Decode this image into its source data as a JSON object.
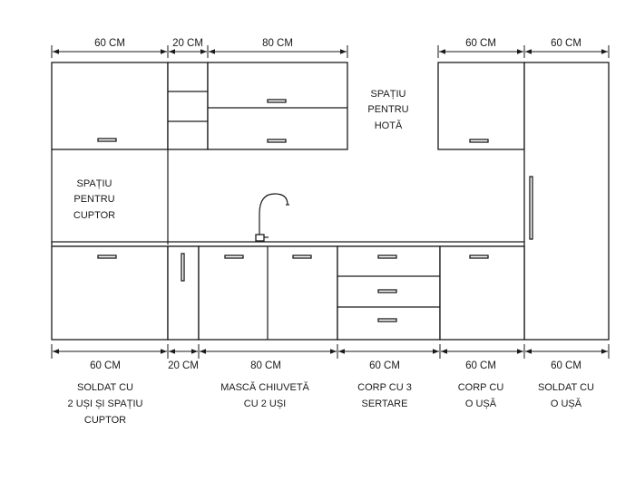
{
  "top_dimensions": [
    "60 CM",
    "20 CM",
    "80 CM",
    "60 CM",
    "60 CM"
  ],
  "bottom_dimensions": [
    "60 CM",
    "20 CM",
    "80 CM",
    "60 CM",
    "60 CM",
    "60 CM"
  ],
  "annotations": {
    "hood_space": [
      "SPAȚIU",
      "PENTRU",
      "HOTĂ"
    ],
    "oven_space": [
      "SPAȚIU",
      "PENTRU",
      "CUPTOR"
    ]
  },
  "modules": [
    [
      "SOLDAT CU",
      "2 UȘI ȘI SPAȚIU",
      "CUPTOR"
    ],
    [
      "MASCĂ CHIUVETĂ",
      "CU 2 UȘI"
    ],
    [
      "CORP CU 3",
      "SERTARE"
    ],
    [
      "CORP CU",
      "O UȘĂ"
    ],
    [
      "SOLDAT CU",
      "O UȘĂ"
    ]
  ]
}
